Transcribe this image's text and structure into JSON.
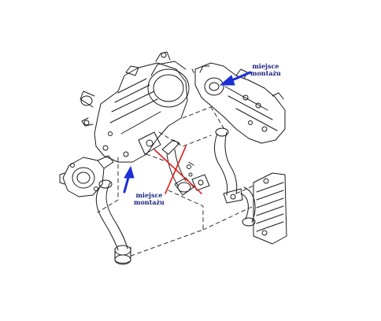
{
  "callouts": {
    "right": {
      "line1": "miejsce",
      "line2": "montażu"
    },
    "left": {
      "line1": "miejsce",
      "line2": "montażu"
    }
  },
  "colors": {
    "line": "#1a1a1a",
    "arrow": "#1a2fd6",
    "cross": "#e0201a",
    "label": "#1a237e"
  }
}
